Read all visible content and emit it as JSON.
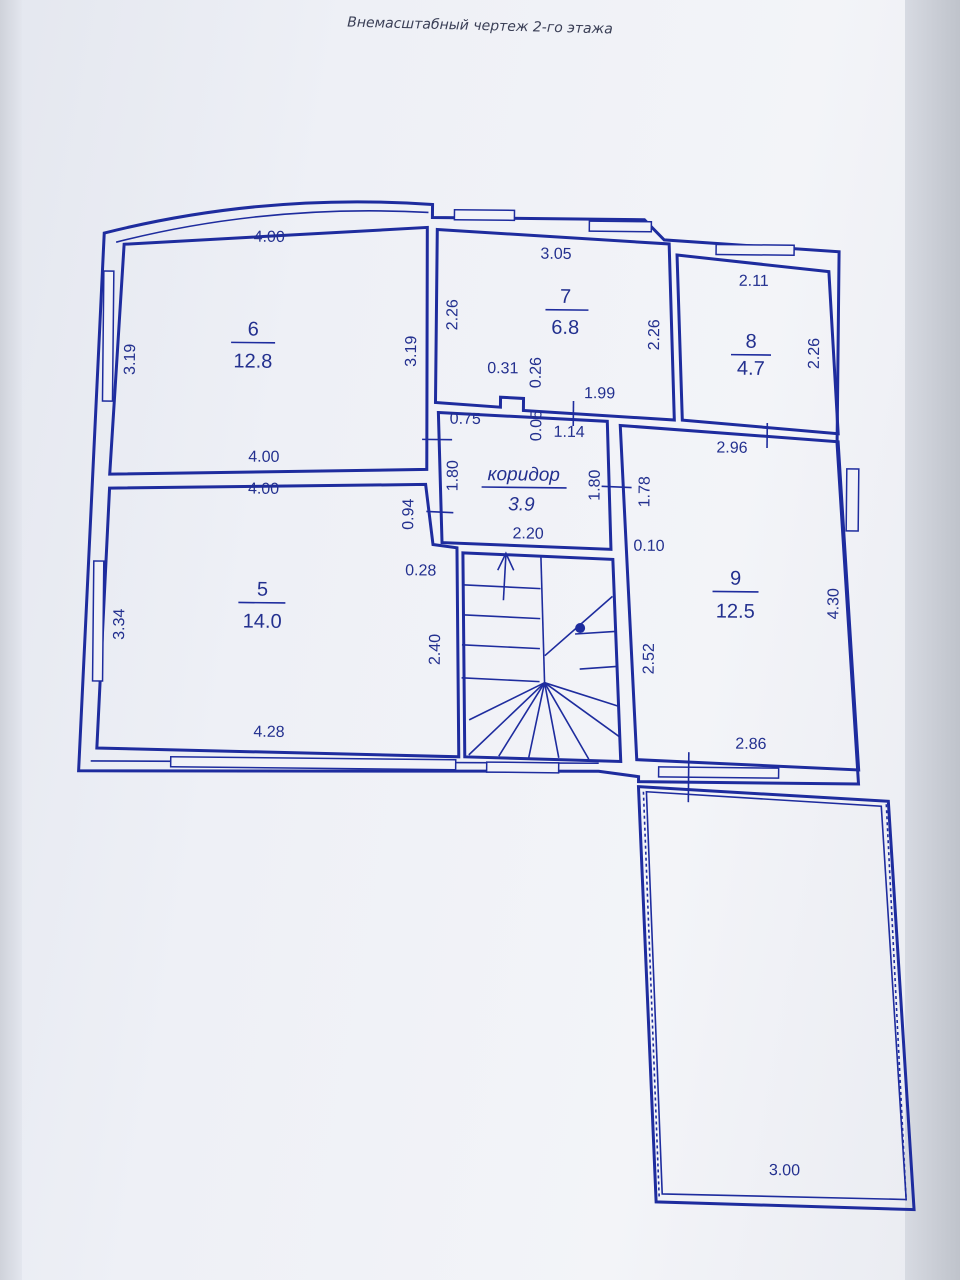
{
  "title": "Внемасштабный чертеж 2-го этажа",
  "rooms": {
    "r6": {
      "num": "6",
      "area": "12.8"
    },
    "r7": {
      "num": "7",
      "area": "6.8"
    },
    "r8": {
      "num": "8",
      "area": "4.7"
    },
    "r5": {
      "num": "5",
      "area": "14.0"
    },
    "r9": {
      "num": "9",
      "area": "12.5"
    },
    "corridor": {
      "name": "коридор",
      "area": "3.9"
    }
  },
  "dims": {
    "r6_top": "4.00",
    "r6_left": "3.19",
    "r6_right": "3.19",
    "r6_bottom": "4.00",
    "r5_top": "4.00",
    "r5_left": "3.34",
    "r5_bottom": "4.28",
    "r7_top": "3.05",
    "r7_left": "2.26",
    "r7_right": "2.26",
    "r7_bottom": "1.99",
    "r7_niche_w": "0.31",
    "r7_niche_h": "0.26",
    "r8_top": "2.11",
    "r8_right": "2.26",
    "cor_075": "0.75",
    "cor_005": "0.05",
    "cor_114": "1.14",
    "cor_left": "1.80",
    "cor_right": "1.80",
    "cor_bottom": "2.20",
    "d094": "0.94",
    "d028": "0.28",
    "stair_240": "2.40",
    "r9_top": "2.96",
    "r9_178": "1.78",
    "r9_010": "0.10",
    "r9_252": "2.52",
    "r9_right": "4.30",
    "r9_bottom": "2.86",
    "balcony_bottom": "3.00"
  }
}
